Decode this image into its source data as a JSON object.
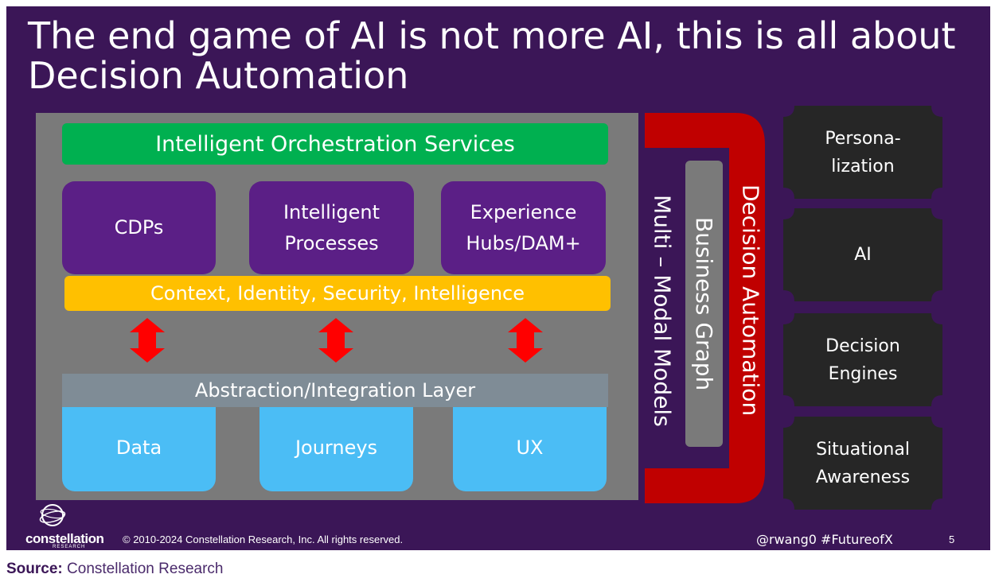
{
  "title": {
    "line1": "The end game of AI is not more AI, this is all about",
    "line2": "Decision Automation"
  },
  "diagram": {
    "orchestration": "Intelligent Orchestration Services",
    "platforms": [
      {
        "label": "CDPs"
      },
      {
        "label": "Intelligent Processes"
      },
      {
        "label": "Experience Hubs/DAM+"
      }
    ],
    "context_layer": "Context, Identity, Security, Intelligence",
    "abstraction_layer": "Abstraction/Integration Layer",
    "foundations": [
      {
        "label": "Data"
      },
      {
        "label": "Journeys"
      },
      {
        "label": "UX"
      }
    ],
    "multi_modal": "Multi – Modal Models",
    "business_graph": "Business Graph",
    "decision_automation": "Decision Automation",
    "capabilities": [
      {
        "label": "Persona- lization"
      },
      {
        "label": "AI"
      },
      {
        "label": "Decision Engines"
      },
      {
        "label": "Situational Awareness"
      }
    ]
  },
  "colors": {
    "background": "#3b1657",
    "panel": "#7a7a7a",
    "orchestration": "#00b050",
    "platforms": "#5b1f86",
    "context": "#ffc000",
    "abstraction": "#7f8c96",
    "foundations": "#4bbdf5",
    "decision": "#c00000",
    "arrow": "#ff0000",
    "plaque": "#262626"
  },
  "footer": {
    "logo_word": "constellation",
    "logo_sub": "RESEARCH",
    "copyright": "© 2010-2024 Constellation Research, Inc. All rights reserved.",
    "handle": "@rwang0 #FutureofX",
    "page_number": "5"
  },
  "source": {
    "label": "Source:",
    "value": "Constellation Research"
  }
}
